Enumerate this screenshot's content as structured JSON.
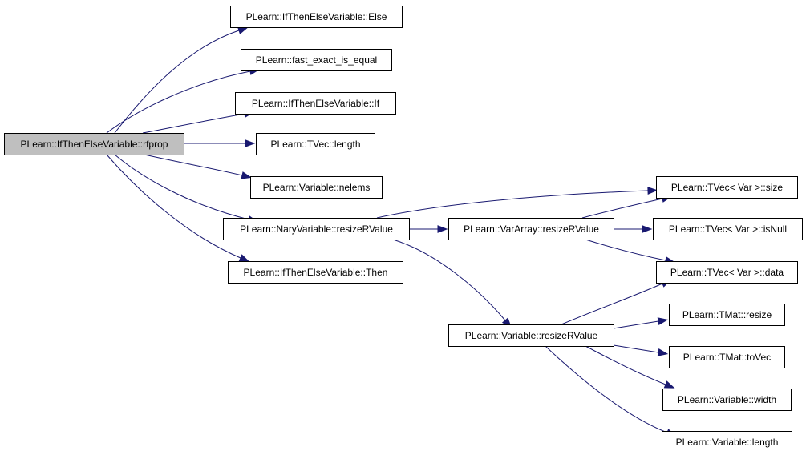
{
  "graph": {
    "nodes": [
      {
        "id": "rfprop",
        "label": "PLearn::IfThenElseVariable::rfprop",
        "highlight": true
      },
      {
        "id": "else",
        "label": "PLearn::IfThenElseVariable::Else"
      },
      {
        "id": "fei",
        "label": "PLearn::fast_exact_is_equal"
      },
      {
        "id": "if",
        "label": "PLearn::IfThenElseVariable::If"
      },
      {
        "id": "tveclen",
        "label": "PLearn::TVec::length"
      },
      {
        "id": "nelems",
        "label": "PLearn::Variable::nelems"
      },
      {
        "id": "naryrrv",
        "label": "PLearn::NaryVariable::resizeRValue"
      },
      {
        "id": "then",
        "label": "PLearn::IfThenElseVariable::Then"
      },
      {
        "id": "vararrrrv",
        "label": "PLearn::VarArray::resizeRValue"
      },
      {
        "id": "varrrv",
        "label": "PLearn::Variable::resizeRValue"
      },
      {
        "id": "tvsize",
        "label": "PLearn::TVec< Var >::size"
      },
      {
        "id": "tvisnull",
        "label": "PLearn::TVec< Var >::isNull"
      },
      {
        "id": "tvdata",
        "label": "PLearn::TVec< Var >::data"
      },
      {
        "id": "tmatresize",
        "label": "PLearn::TMat::resize"
      },
      {
        "id": "tmattovec",
        "label": "PLearn::TMat::toVec"
      },
      {
        "id": "varwidth",
        "label": "PLearn::Variable::width"
      },
      {
        "id": "varlength",
        "label": "PLearn::Variable::length"
      }
    ],
    "edges": [
      {
        "from": "rfprop",
        "to": "else"
      },
      {
        "from": "rfprop",
        "to": "fei"
      },
      {
        "from": "rfprop",
        "to": "if"
      },
      {
        "from": "rfprop",
        "to": "tveclen"
      },
      {
        "from": "rfprop",
        "to": "nelems"
      },
      {
        "from": "rfprop",
        "to": "naryrrv"
      },
      {
        "from": "rfprop",
        "to": "then"
      },
      {
        "from": "naryrrv",
        "to": "tvsize"
      },
      {
        "from": "naryrrv",
        "to": "vararrrrv"
      },
      {
        "from": "naryrrv",
        "to": "varrrv"
      },
      {
        "from": "vararrrrv",
        "to": "tvsize"
      },
      {
        "from": "vararrrrv",
        "to": "tvisnull"
      },
      {
        "from": "vararrrrv",
        "to": "tvdata"
      },
      {
        "from": "varrrv",
        "to": "tvdata"
      },
      {
        "from": "varrrv",
        "to": "tmatresize"
      },
      {
        "from": "varrrv",
        "to": "tmattovec"
      },
      {
        "from": "varrrv",
        "to": "varwidth"
      },
      {
        "from": "varrrv",
        "to": "varlength"
      }
    ],
    "colors": {
      "edge": "#191970",
      "highlight_fill": "#bfbfbf",
      "box_stroke": "#000000"
    }
  }
}
